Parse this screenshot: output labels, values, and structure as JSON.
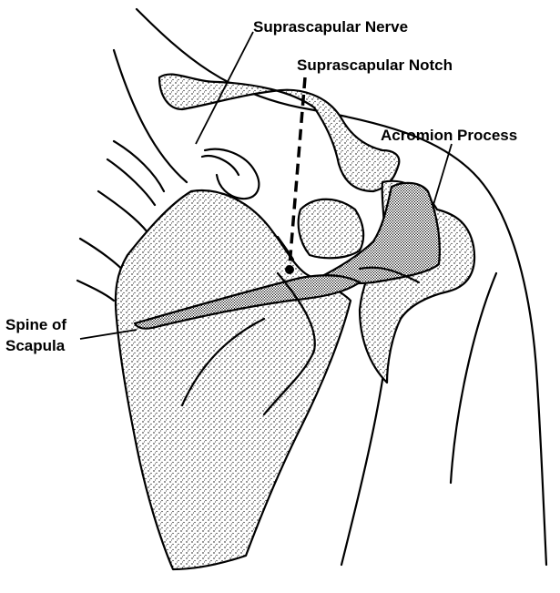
{
  "labels": {
    "suprascapular_nerve": "Suprascapular Nerve",
    "suprascapular_notch": "Suprascapular Notch",
    "acromion_process": "Acromion Process",
    "spine_of_scapula_line1": "Spine of",
    "spine_of_scapula_line2": "Scapula"
  },
  "colors": {
    "ink": "#000000",
    "bone_fill": "#d9d9d9",
    "spine_fill": "#a8a8a8",
    "background": "#ffffff"
  }
}
